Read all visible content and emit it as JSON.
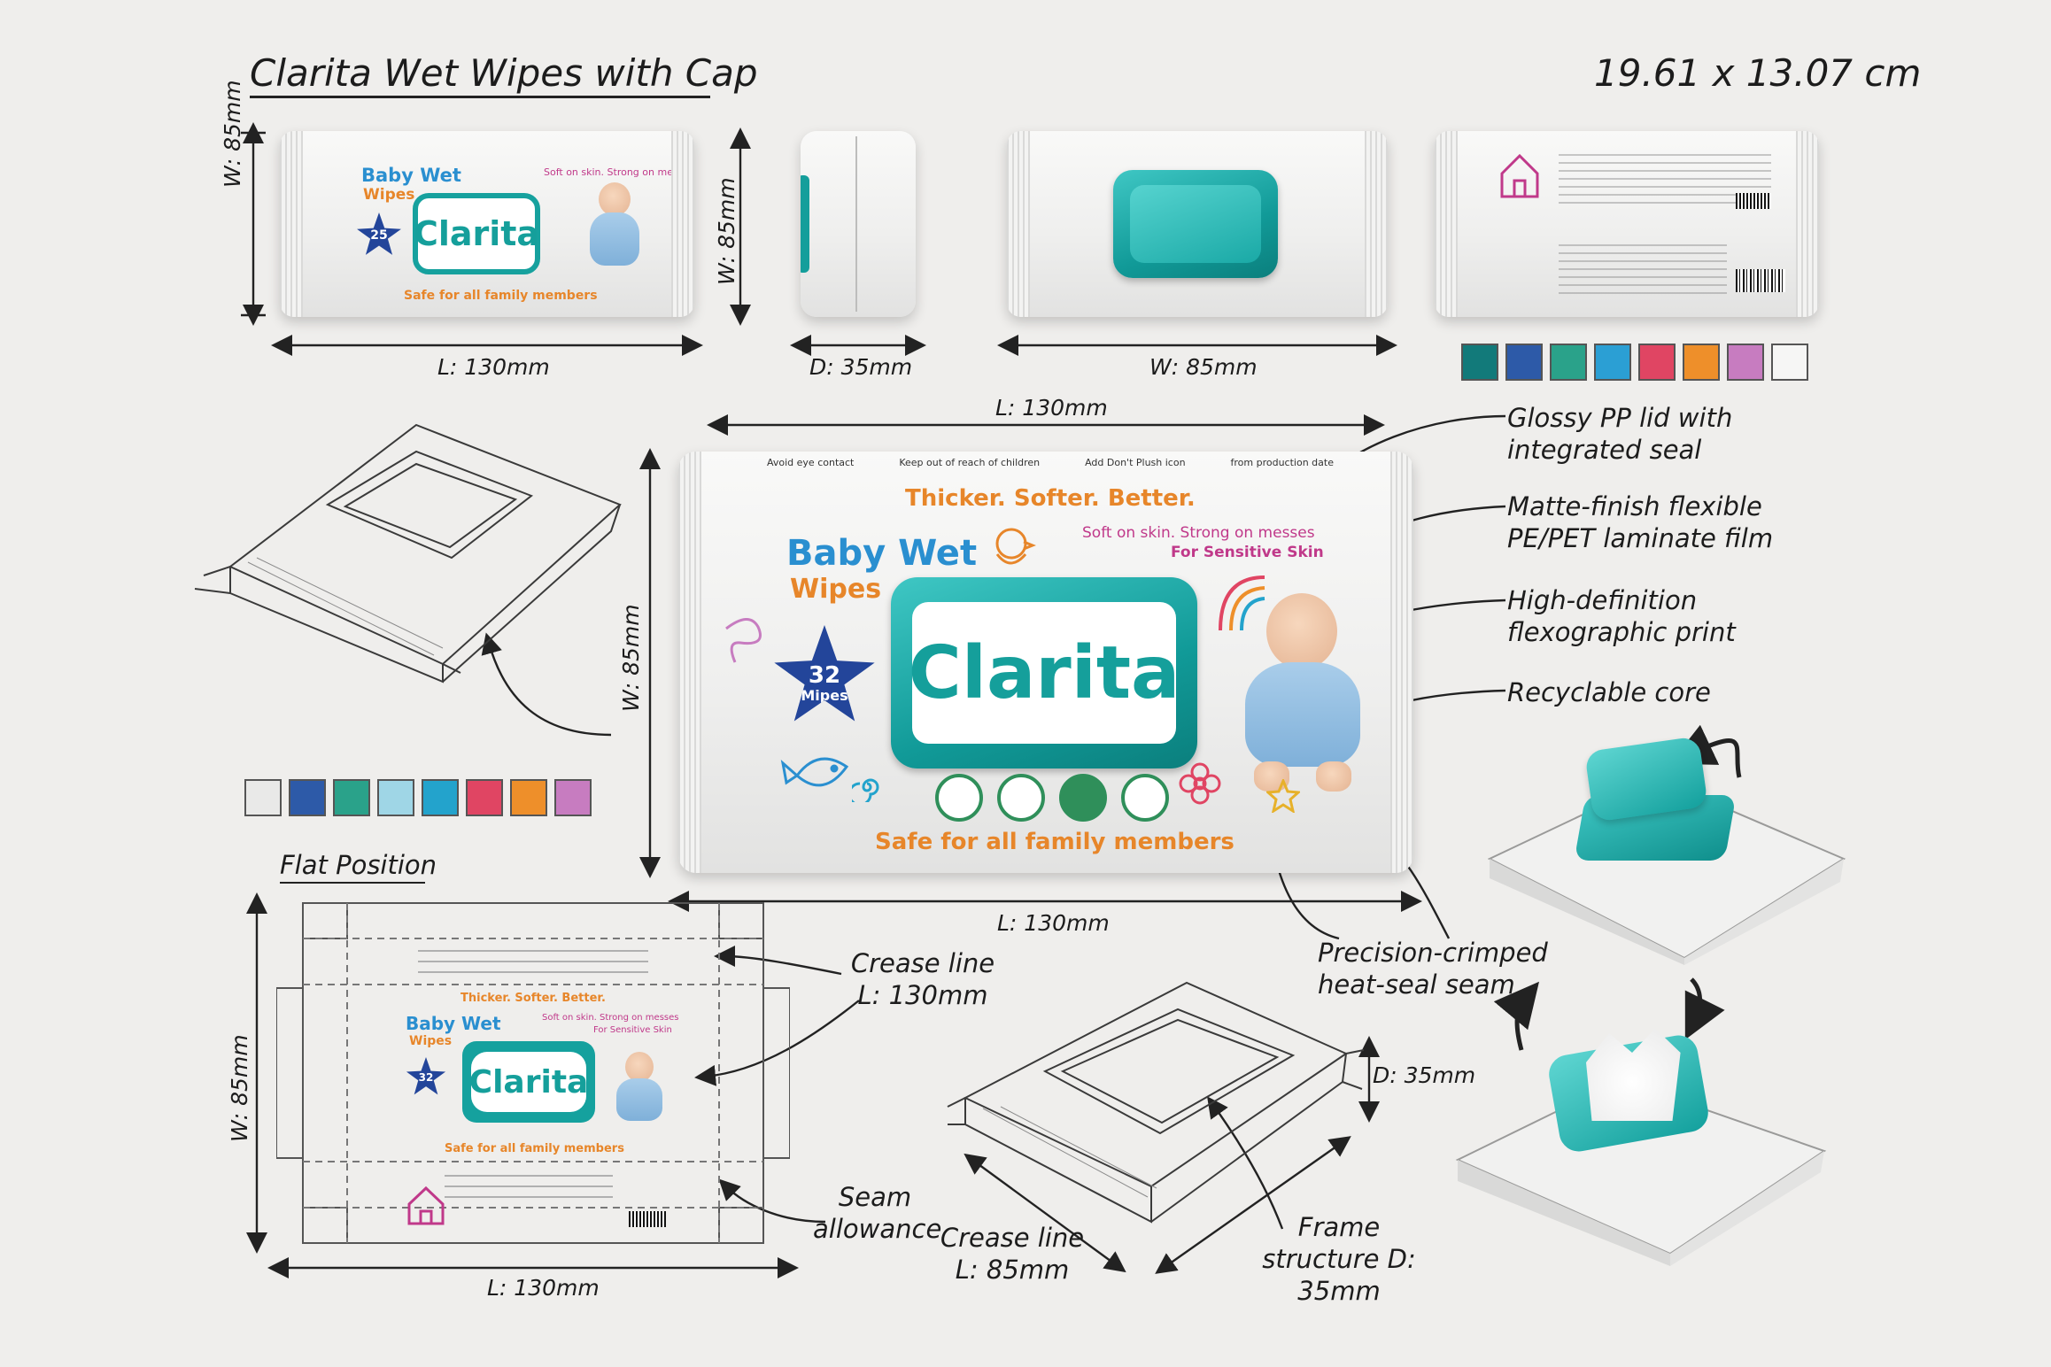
{
  "title": "Clarita Wet Wipes with Cap",
  "size": "19.61 x 13.07 cm",
  "dims": {
    "w85": "W: 85mm",
    "l130": "L: 130mm",
    "d35": "D: 35mm"
  },
  "pack": {
    "brand": "Clarita",
    "product_line1": "Baby Wet",
    "product_line2": "Wipes",
    "slogan": "Thicker. Softer. Better.",
    "claim1": "Soft on skin. Strong on messes",
    "claim2": "For Sensitive Skin",
    "count_main": "32",
    "count_unit": "Mipes",
    "count_small": "32",
    "count_tiny": "25",
    "footer": "Safe for all family members",
    "warnings": [
      "Avoid eye contact",
      "Keep out of reach of children",
      "Add Don't Plush icon",
      "from production date"
    ]
  },
  "annotations": {
    "lid": "Glossy PP lid with integrated seal",
    "film": "Matte-finish flexible PE/PET laminate film",
    "print": "High-definition flexographic print",
    "core": "Recyclable core",
    "seam": "Precision-crimped heat-seal seam",
    "crease_top": "Crease line L: 130mm",
    "seam_allow": "Seam allowance",
    "crease_bottom": "Crease line L: 85mm",
    "frame": "Frame structure D: 35mm",
    "flat": "Flat Position"
  },
  "swatches_top": [
    "#127a7a",
    "#2d5aa8",
    "#2aa28a",
    "#2b9fd4",
    "#e04563",
    "#ee8f2a",
    "#c77cc0",
    "#f6f6f5"
  ],
  "swatches_left": [
    "#e9e9e8",
    "#2d5aa8",
    "#2aa28a",
    "#9fd6e6",
    "#23a3cc",
    "#e04563",
    "#ee8f2a",
    "#c77cc0"
  ],
  "colors": {
    "teal": "#14a09d",
    "navy": "#23459a",
    "orange": "#e7862a",
    "magenta": "#c0398a"
  }
}
